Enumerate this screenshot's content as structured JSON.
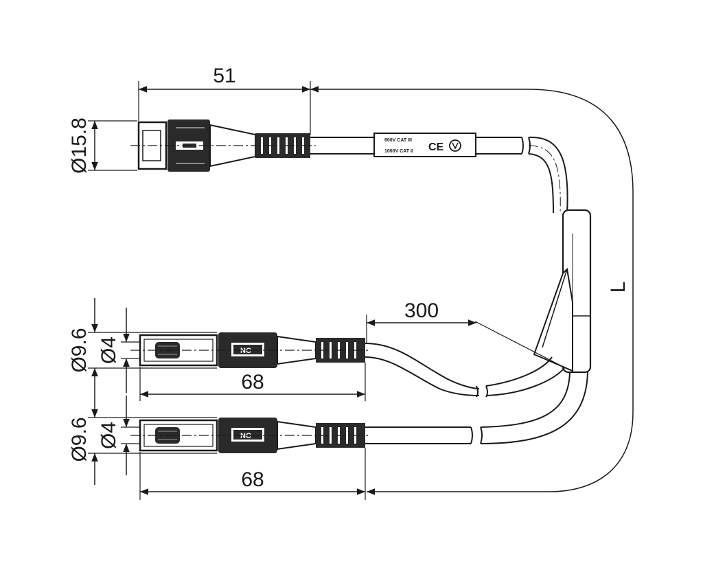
{
  "dimensions": {
    "top_length": "51",
    "top_diameter": "Ø15.8",
    "overall_length": "L",
    "branch_length": "300",
    "plug1_outer_diameter": "Ø9.6",
    "plug1_pin_diameter": "Ø4",
    "plug1_length": "68",
    "plug2_outer_diameter": "Ø9.6",
    "plug2_pin_diameter": "Ø4",
    "plug2_length": "68"
  },
  "cable_marking": {
    "line1": "600V CAT III",
    "line2": "1000V CAT II",
    "ce_mark": "CE"
  },
  "plug_marking": {
    "plug1": "NC",
    "plug2": "NC"
  }
}
